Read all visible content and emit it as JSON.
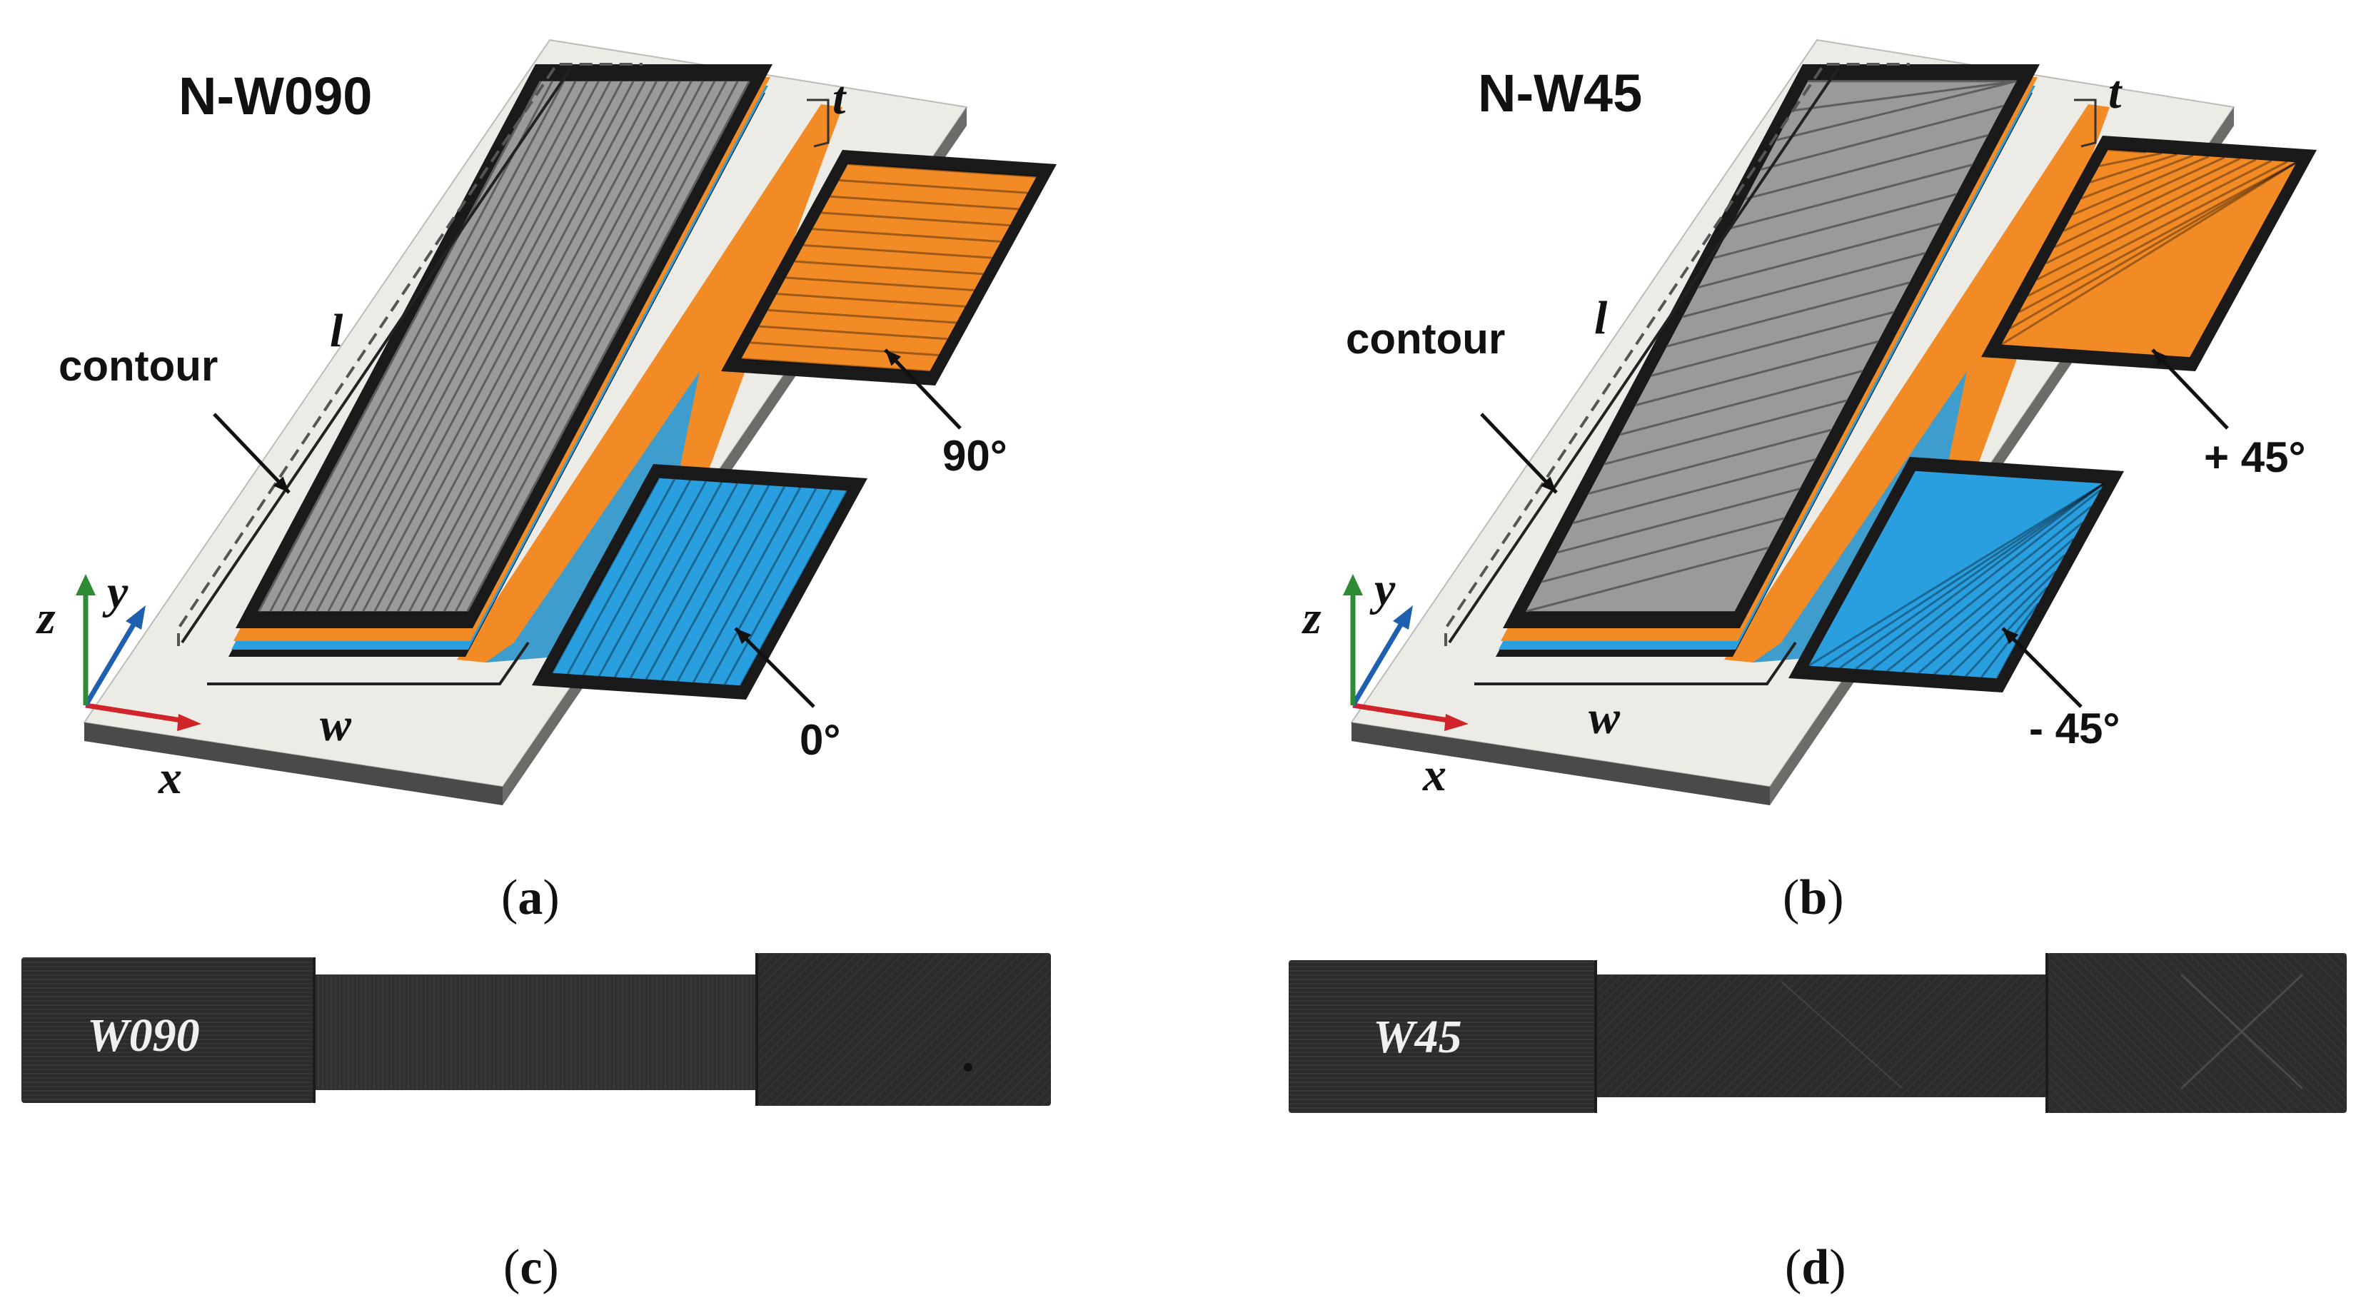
{
  "figure": {
    "panel_a": {
      "title": "N-W090",
      "contour_label": "contour",
      "dim_l": "l",
      "dim_w": "w",
      "dim_t": "t",
      "upper_angle": "90°",
      "lower_angle": "0°",
      "axis_x": "x",
      "axis_y": "y",
      "axis_z": "z",
      "caption_open": "(",
      "caption_letter": "a",
      "caption_close": ")"
    },
    "panel_b": {
      "title": "N-W45",
      "contour_label": "contour",
      "dim_l": "l",
      "dim_w": "w",
      "dim_t": "t",
      "upper_angle": "+ 45°",
      "lower_angle": "- 45°",
      "axis_x": "x",
      "axis_y": "y",
      "axis_z": "z",
      "caption_open": "(",
      "caption_letter": "b",
      "caption_close": ")"
    },
    "panel_c": {
      "specimen_label": "W090",
      "caption_open": "(",
      "caption_letter": "c",
      "caption_close": ")"
    },
    "panel_d": {
      "specimen_label": "W45",
      "caption_open": "(",
      "caption_letter": "d",
      "caption_close": ")"
    }
  },
  "colors": {
    "plate": "#ecebe6",
    "plate_edge": "#4a4a48",
    "gray_infill": "#9a9a9a",
    "orange_layer": "#f28a25",
    "blue_layer": "#2a9fe0",
    "contour": "#1a1a1a",
    "axis_x": "#d0242a",
    "axis_y": "#1f5fb0",
    "axis_z": "#2f8a34",
    "specimen": "#2f2f31"
  }
}
